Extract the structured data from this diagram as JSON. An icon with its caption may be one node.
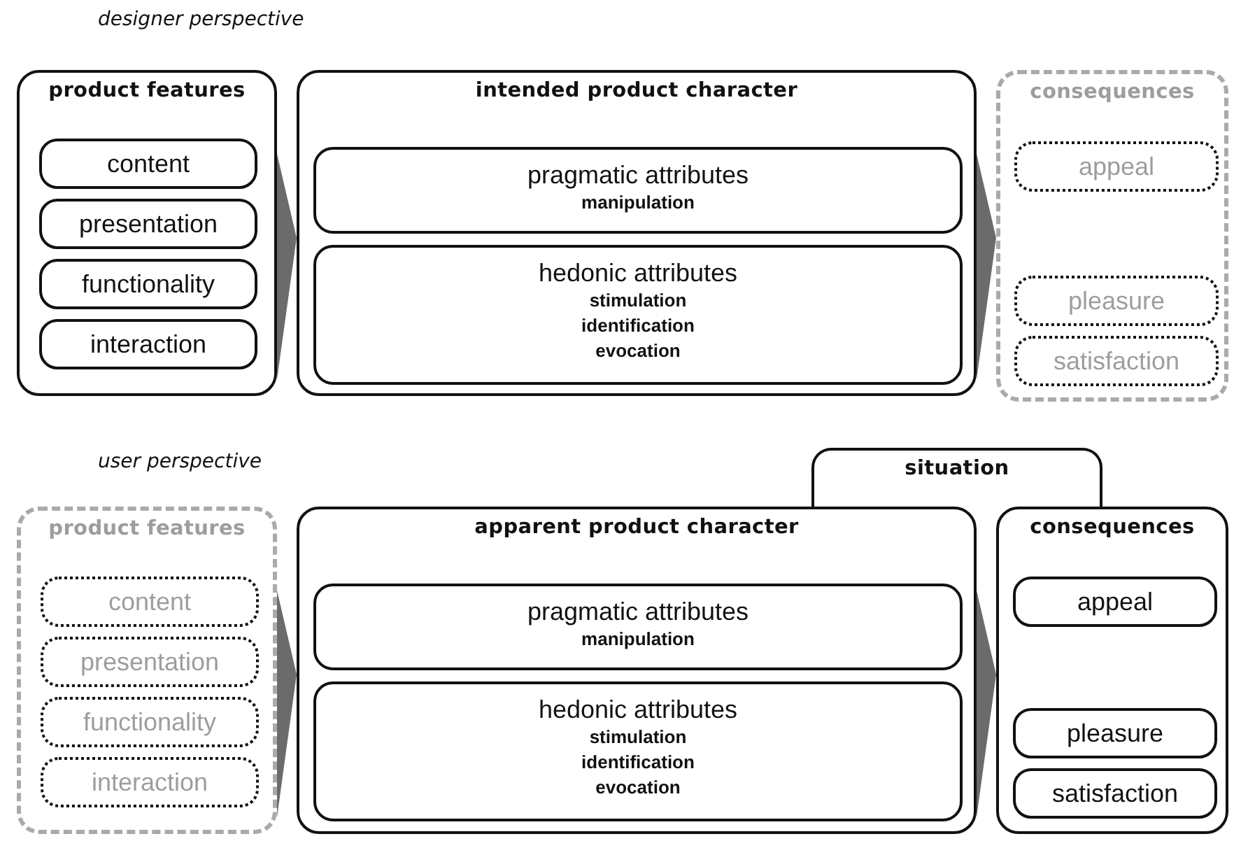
{
  "diagram": {
    "nodes": [
      {
        "text": [
          "product features"
        ]
      },
      {
        "text": [
          "content"
        ],
        "in": 0
      },
      {
        "text": [
          "presentation"
        ],
        "in": 0
      },
      {
        "text": [
          "functionality"
        ],
        "in": 0
      },
      {
        "text": [
          "interaction"
        ],
        "in": 0
      },
      {
        "text": [
          "intended product character"
        ]
      },
      {
        "text": [
          "pragmatic attributes",
          "manipulation"
        ],
        "in": 5
      },
      {
        "text": [
          "hedonic attributes",
          "stimulation",
          "identification",
          "evocation"
        ],
        "in": 5
      },
      {
        "text": [
          "consequences"
        ]
      },
      {
        "text": [
          "appeal"
        ],
        "in": 8
      },
      {
        "text": [
          "pleasure"
        ],
        "in": 8
      },
      {
        "text": [
          "satisfaction"
        ],
        "in": 8
      },
      {
        "text": [
          "situation"
        ]
      },
      {
        "text": [
          "product features"
        ]
      },
      {
        "text": [
          "content"
        ],
        "in": 13
      },
      {
        "text": [
          "presentation"
        ],
        "in": 13
      },
      {
        "text": [
          "functionality"
        ],
        "in": 13
      },
      {
        "text": [
          "interaction"
        ],
        "in": 13
      },
      {
        "text": [
          "apparent product character"
        ]
      },
      {
        "text": [
          "pragmatic attributes",
          "manipulation"
        ],
        "in": 18
      },
      {
        "text": [
          "hedonic attributes",
          "stimulation",
          "identification",
          "evocation"
        ],
        "in": 18
      },
      {
        "text": [
          "consequences"
        ]
      },
      {
        "text": [
          "appeal"
        ],
        "in": 21
      },
      {
        "text": [
          "pleasure"
        ],
        "in": 21
      },
      {
        "text": [
          "satisfaction"
        ],
        "in": 21
      }
    ],
    "edges": [
      {
        "from": 0,
        "to": 5,
        "arrow": "to"
      },
      {
        "from": 5,
        "to": 8,
        "arrow": "to"
      },
      {
        "from": 13,
        "to": 18,
        "arrow": "to"
      },
      {
        "from": 18,
        "to": 21,
        "arrow": "to"
      }
    ],
    "labels": [
      "designer perspective",
      "user perspective"
    ]
  }
}
